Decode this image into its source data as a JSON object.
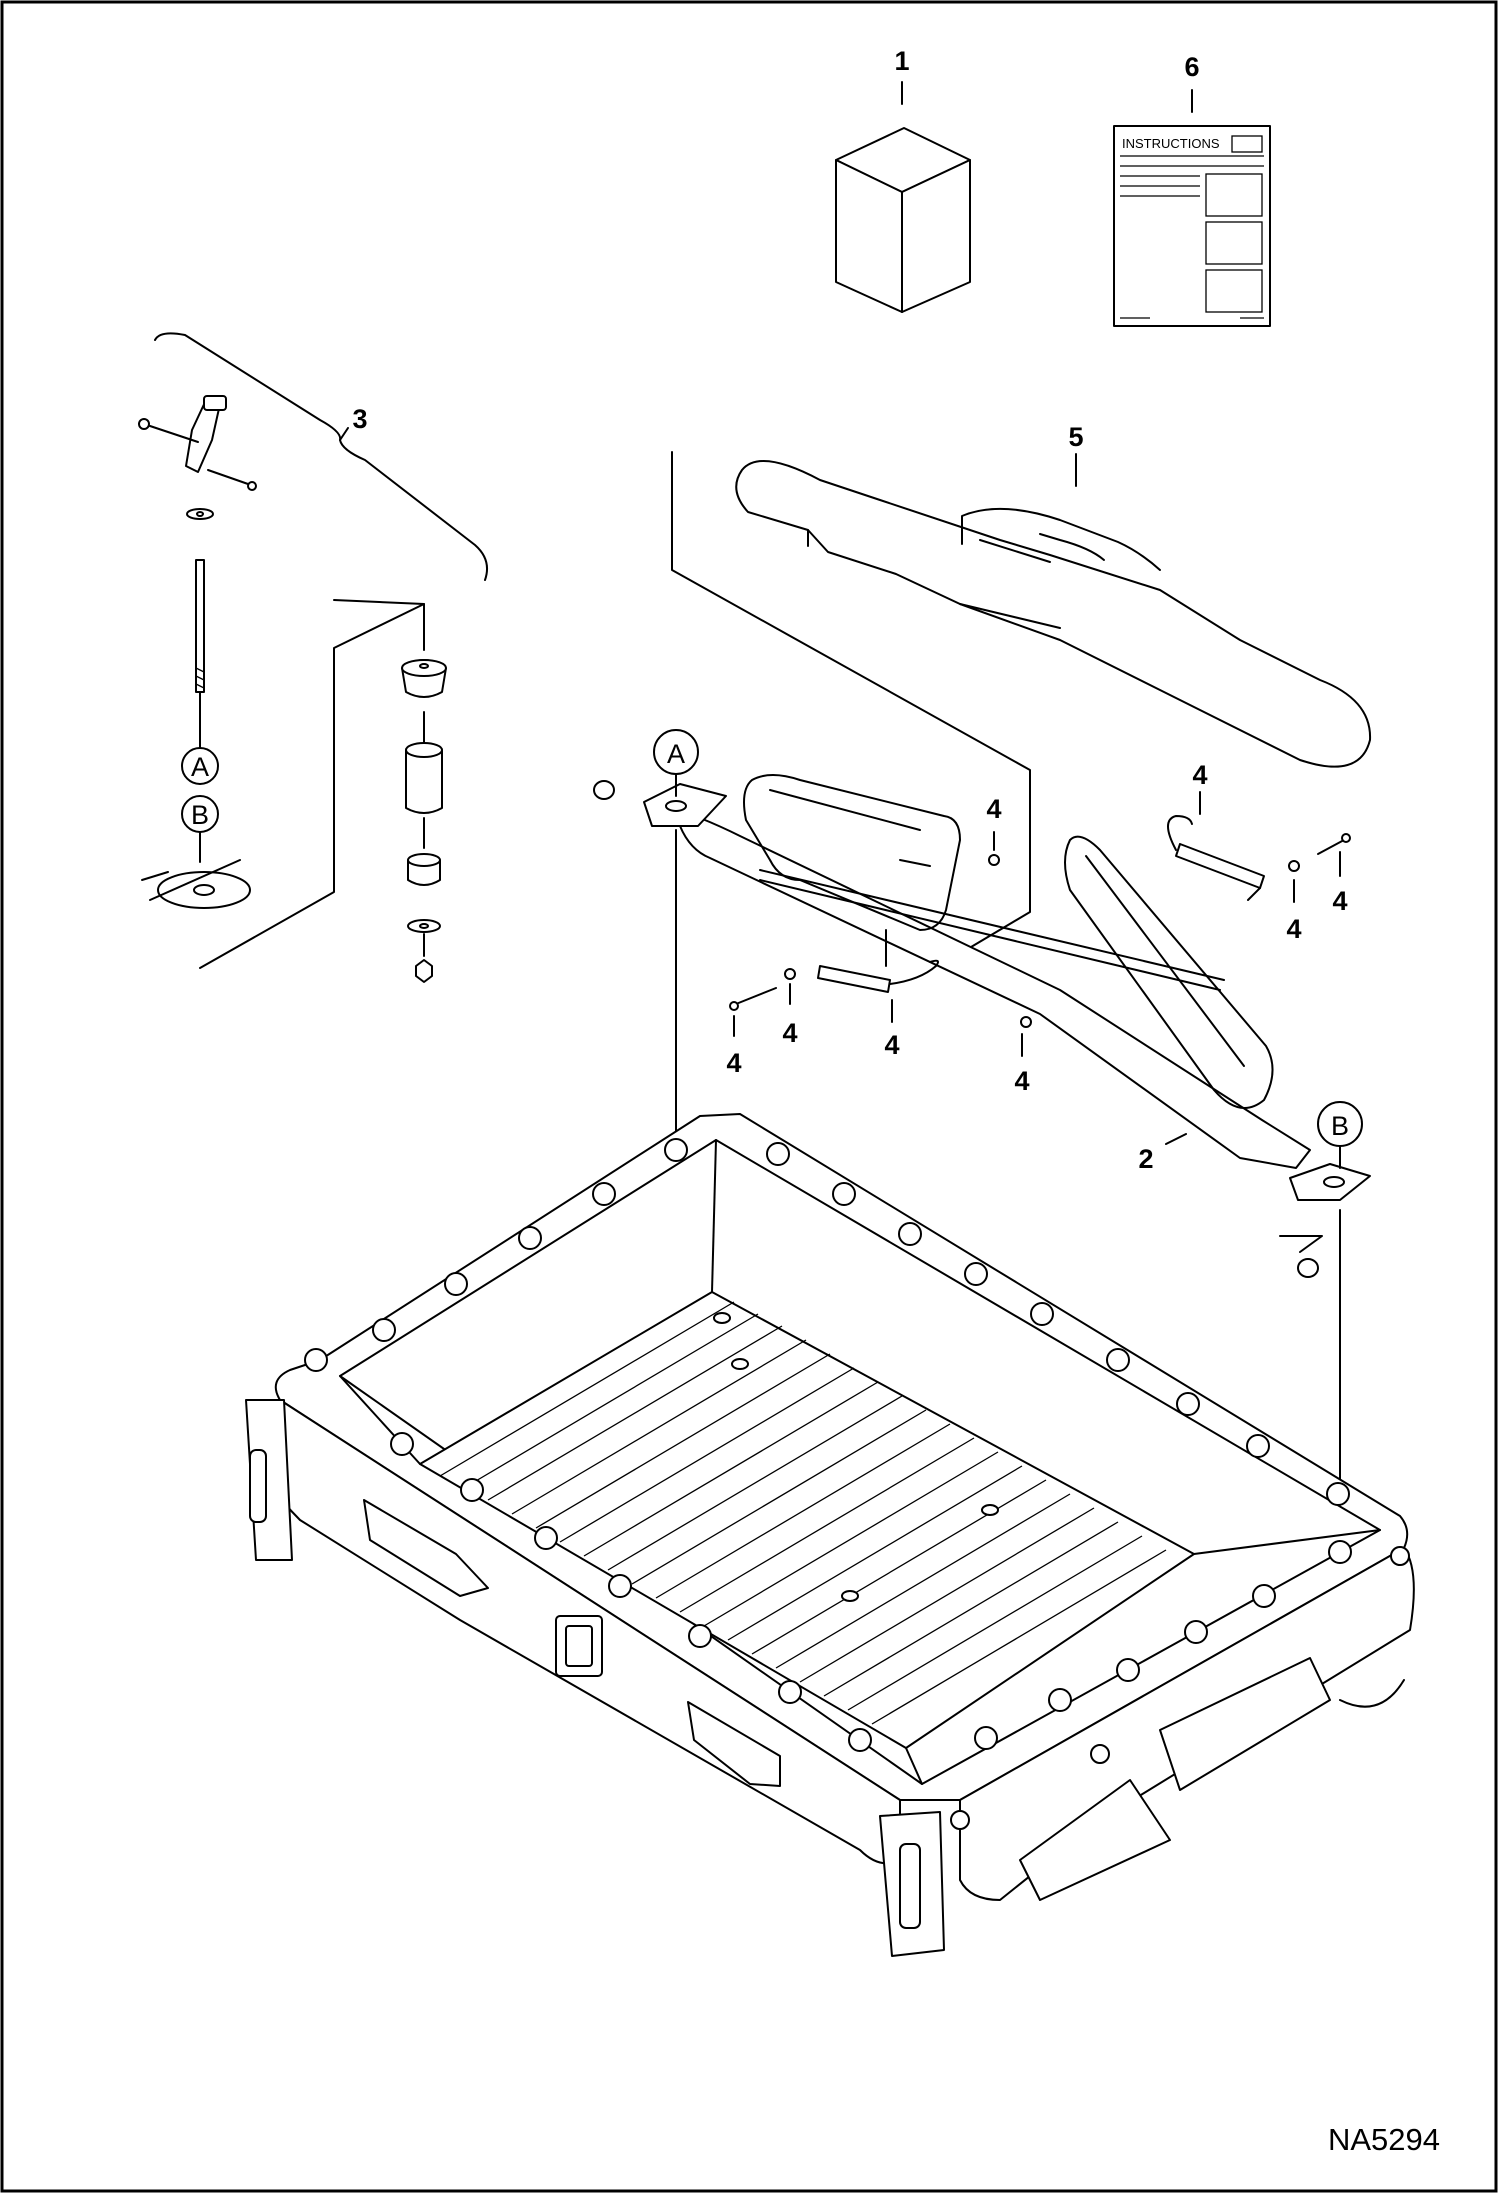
{
  "diagram": {
    "drawing_id": "NA5294",
    "instructions_label": "INSTRUCTIONS",
    "callouts": [
      "1",
      "2",
      "3",
      "4",
      "5",
      "6"
    ],
    "detail_letters": [
      "A",
      "B"
    ]
  }
}
